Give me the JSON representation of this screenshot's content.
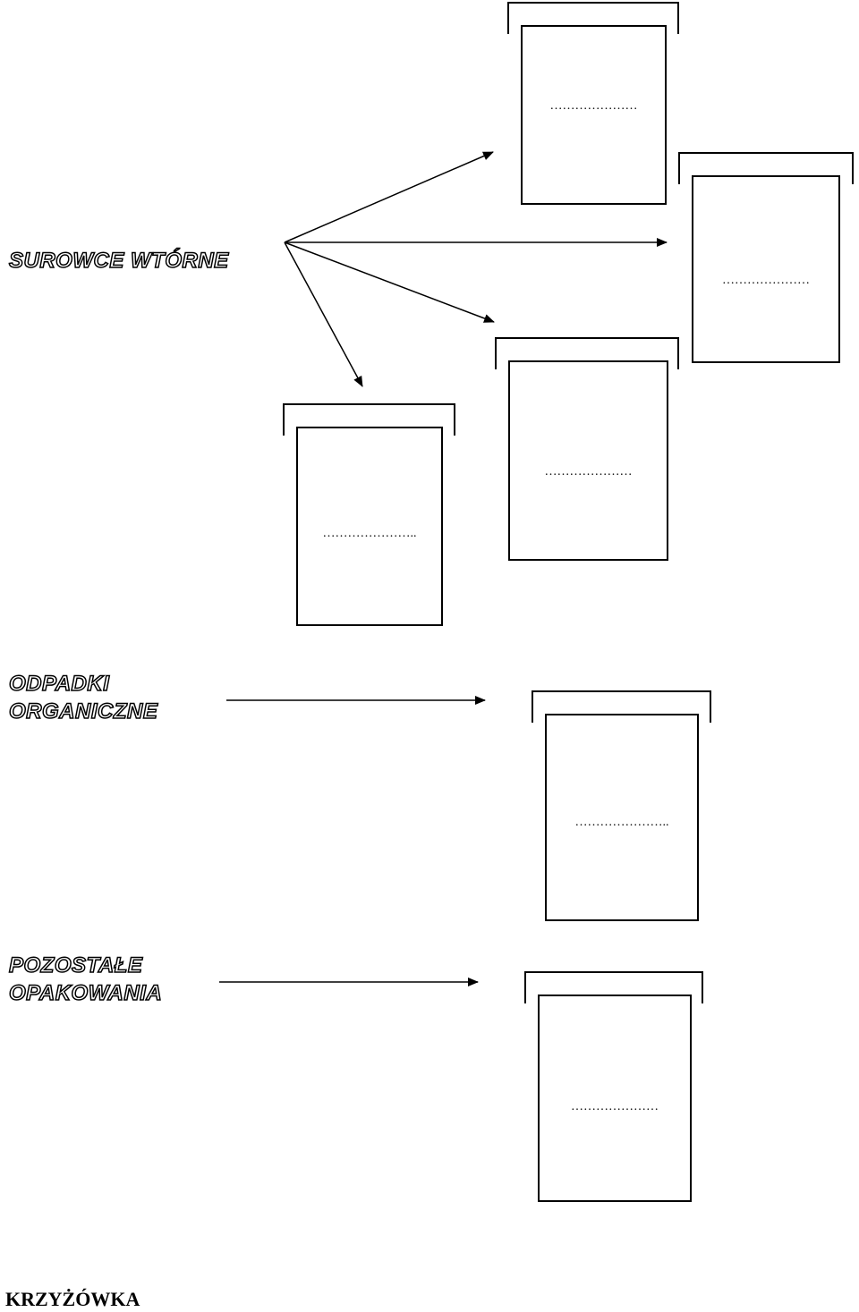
{
  "groups": {
    "recyclables": {
      "label": "SUROWCE WTÓRNE",
      "bins": [
        {
          "blank": "…………………"
        },
        {
          "blank": "…………………"
        },
        {
          "blank": "…………………"
        },
        {
          "blank": "………………….."
        }
      ]
    },
    "organic": {
      "label_line1": "ODPADKI",
      "label_line2": "ORGANICZNE",
      "bins": [
        {
          "blank": "………………….."
        }
      ]
    },
    "packaging": {
      "label_line1": "POZOSTAŁE",
      "label_line2": "OPAKOWANIA",
      "bins": [
        {
          "blank": "…………………"
        }
      ]
    }
  },
  "footer": {
    "title": "KRZYŻÓWKA"
  }
}
